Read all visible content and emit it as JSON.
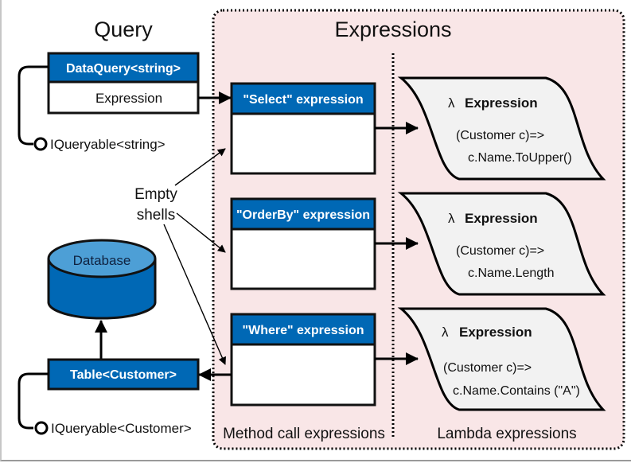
{
  "titles": {
    "query": "Query",
    "expressions": "Expressions"
  },
  "query_box": {
    "header": "DataQuery<string>",
    "body": "Expression",
    "interface": "IQueryable<string>"
  },
  "database": {
    "label": "Database"
  },
  "table_box": {
    "header": "Table<Customer>",
    "interface": "IQueryable<Customer>"
  },
  "annotation": {
    "line1": "Empty",
    "line2": "shells"
  },
  "method_calls": [
    {
      "header": "\"Select\" expression"
    },
    {
      "header": "\"OrderBy\" expression"
    },
    {
      "header": "\"Where\" expression"
    }
  ],
  "lambdas": [
    {
      "symbol": "λ",
      "title": "Expression",
      "line1": "(Customer c)=>",
      "line2": "c.Name.ToUpper()"
    },
    {
      "symbol": "λ",
      "title": "Expression",
      "line1": "(Customer c)=>",
      "line2": "c.Name.Length"
    },
    {
      "symbol": "λ",
      "title": "Expression",
      "line1": "(Customer c)=>",
      "line2": "c.Name.Contains (\"A\")"
    }
  ],
  "section_labels": {
    "method_calls": "Method call expressions",
    "lambdas": "Lambda expressions"
  },
  "colors": {
    "blue": "#0068b5",
    "blue_light": "#4d9fd6",
    "region_fill": "#f9e6e7",
    "lambda_fill": "#f2f2f2"
  }
}
